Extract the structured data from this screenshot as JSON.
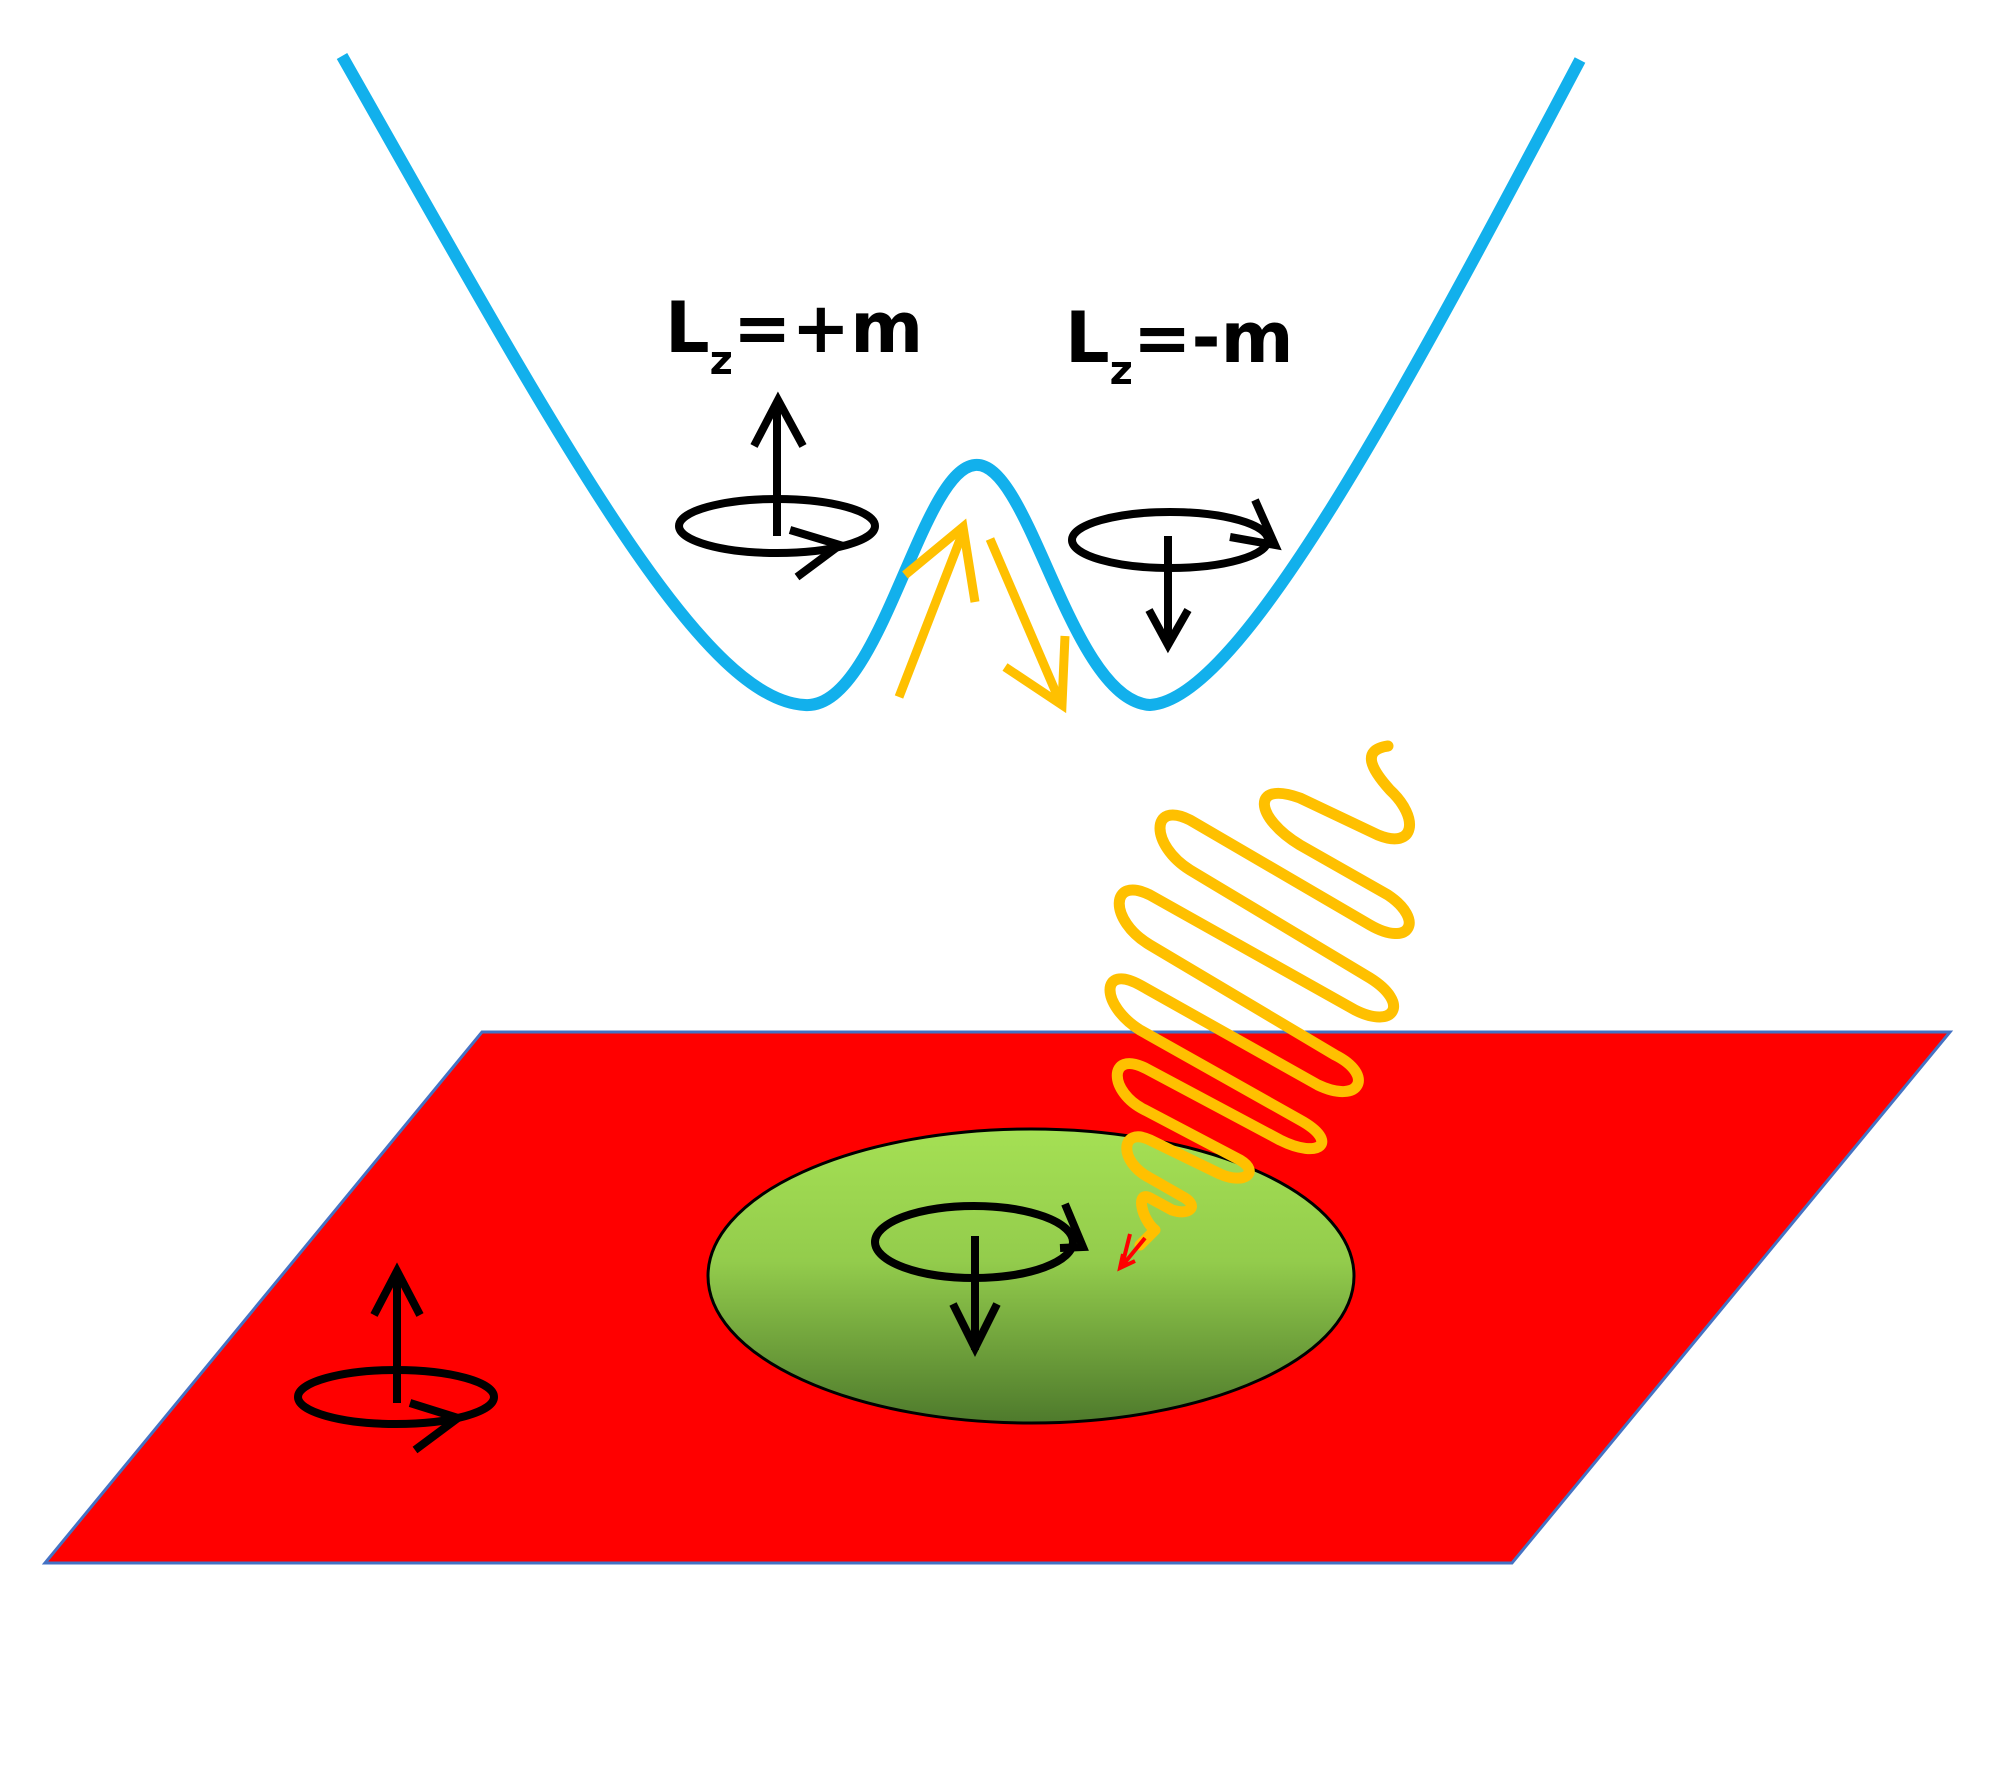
{
  "labels": {
    "left": {
      "main": "L",
      "sub": "z",
      "rest": "=+m"
    },
    "right": {
      "main": "L",
      "sub": "z",
      "rest": "=-m"
    }
  },
  "colors": {
    "potential_curve": "#12b0ec",
    "light_wave": "#ffc000",
    "plane": "#ff0000",
    "plane_edge": "#4472c4",
    "domain_top": "#a5e054",
    "domain_bottom": "#4e7a2c",
    "spin_symbol": "#000000",
    "wave_tip": "#ff0000"
  },
  "icons": {
    "spin_up_left_well": "spin-up-rotation-icon",
    "spin_down_right_well": "spin-down-rotation-icon",
    "spin_down_domain": "spin-down-rotation-icon",
    "spin_up_plane": "spin-up-rotation-icon"
  }
}
